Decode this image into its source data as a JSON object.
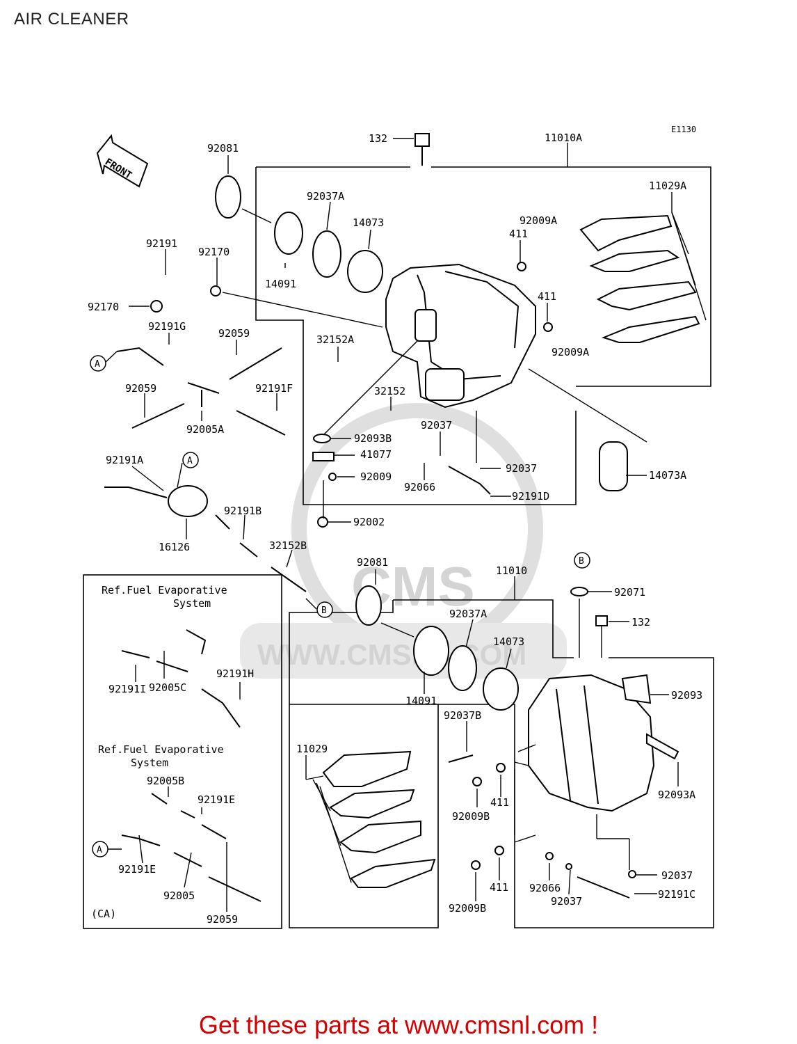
{
  "page": {
    "title": "AIR CLEANER",
    "footer": "Get these parts at www.cmsnl.com !",
    "diagram_code": "E1130",
    "front_label": "FRONT"
  },
  "watermark": {
    "logo": "CMS",
    "url": "WWW.CMSNL.COM"
  },
  "callouts": {
    "c132_top": "132",
    "c11010A": "11010A",
    "c92081_top": "92081",
    "c11029A": "11029A",
    "c92037A_top": "92037A",
    "c14073_top": "14073",
    "c92009A_1": "92009A",
    "c411_1": "411",
    "c92191": "92191",
    "c92170_top": "92170",
    "c14091_top": "14091",
    "c411_2": "411",
    "c92170_left": "92170",
    "c92191G": "92191G",
    "c92059_1": "92059",
    "c32152A": "32152A",
    "c92009A_2": "92009A",
    "c92059_2": "92059",
    "c92191F": "92191F",
    "c32152": "32152",
    "c92005A": "92005A",
    "c92037_1": "92037",
    "c92093B": "92093B",
    "c41077": "41077",
    "c92191A": "92191A",
    "c92009": "92009",
    "c92037_2": "92037",
    "c14073A": "14073A",
    "c92066_1": "92066",
    "c92191D": "92191D",
    "c92191B": "92191B",
    "c92002": "92002",
    "c16126": "16126",
    "c32152B": "32152B",
    "c92081_2": "92081",
    "c11010": "11010",
    "c92071": "92071",
    "c92037A_2": "92037A",
    "c132_2": "132",
    "c14073_2": "14073",
    "c92093": "92093",
    "c14091_2": "14091",
    "c92037B": "92037B",
    "c11029": "11029",
    "c411_3": "411",
    "c92009B_1": "92009B",
    "c92093A": "92093A",
    "c92037_3": "92037",
    "c411_4": "411",
    "c92066_2": "92066",
    "c92191C": "92191C",
    "c92037_4": "92037",
    "c92009B_2": "92009B",
    "ref1_line1": "Ref.Fuel Evaporative",
    "ref1_line2": "System",
    "c92191I": "92191I",
    "c92005C": "92005C",
    "c92191H": "92191H",
    "ref2_line1": "Ref.Fuel Evaporative",
    "ref2_line2": "System",
    "c92005B": "92005B",
    "c92191E_1": "92191E",
    "c92191E_2": "92191E",
    "c92005": "92005",
    "c92059_3": "92059",
    "ca_label": "(CA)",
    "mark_A1": "A",
    "mark_A2": "A",
    "mark_A3": "A",
    "mark_B1": "B",
    "mark_B2": "B"
  }
}
